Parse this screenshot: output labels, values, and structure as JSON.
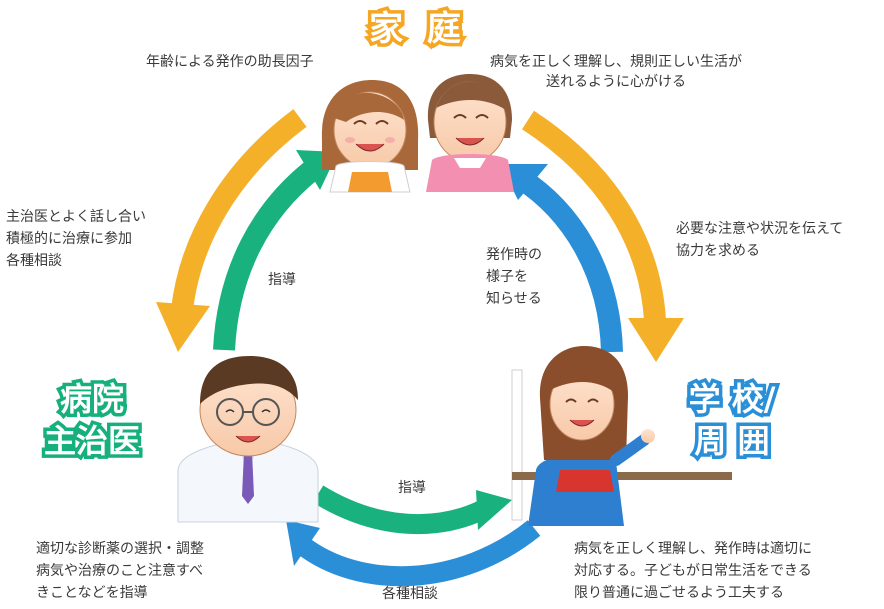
{
  "nodes": {
    "family": {
      "title": "家 庭",
      "color": "#f5a623"
    },
    "hospital": {
      "title_line1": "病院",
      "title_line2": "主治医",
      "color": "#16b07c"
    },
    "school": {
      "title_line1": "学 校/",
      "title_line2": "周 囲",
      "color": "#2a8fd6"
    }
  },
  "texts": {
    "family_left": "年齢による発作の助長因子",
    "family_right_line1": "病気を正しく理解し、規則正しい生活が",
    "family_right_line2": "送れるように心がける",
    "left_arrow_line1": "主治医とよく話し合い",
    "left_arrow_line2": "積極的に治療に参加",
    "left_arrow_line3": "各種相談",
    "right_arrow_line1": "必要な注意や状況を伝えて",
    "right_arrow_line2": "協力を求める",
    "green_up_label": "指導",
    "blue_up_line1": "発作時の",
    "blue_up_line2": "様子を",
    "blue_up_line3": "知らせる",
    "bottom_green_label": "指導",
    "bottom_blue_label": "各種相談",
    "hospital_note_line1": "適切な診断薬の選択・調整",
    "hospital_note_line2": "病気や治療のこと注意すべ",
    "hospital_note_line3": "きことなどを指導",
    "school_note_line1": "病気を正しく理解し、発作時は適切に",
    "school_note_line2": "対応する。子どもが日常生活をできる",
    "school_note_line3": "限り普通に過ごせるよう工夫する"
  },
  "colors": {
    "orange": "#f5b02a",
    "green": "#19b27e",
    "blue": "#2b8fd8",
    "text": "#3a3a3a"
  }
}
